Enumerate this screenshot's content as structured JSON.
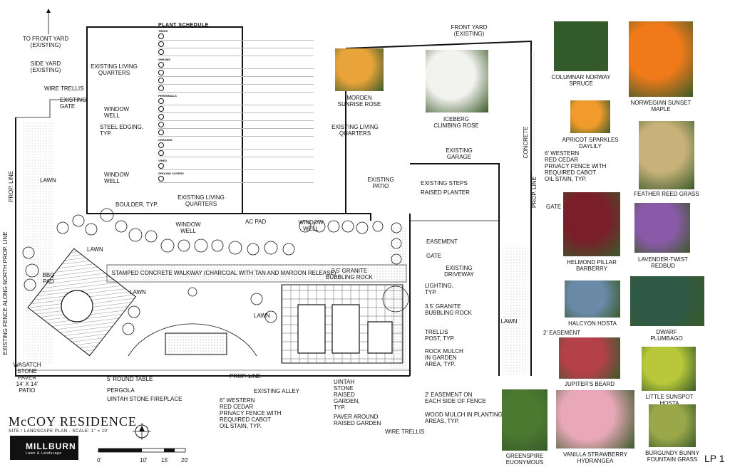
{
  "plan": {
    "labels": {
      "to_front_yard": [
        "TO FRONT YARD",
        "(EXISTING)"
      ],
      "side_yard": [
        "SIDE YARD",
        "(EXISTING)"
      ],
      "existing_living_quarters_1": [
        "EXISTING LIVING",
        "QUARTERS"
      ],
      "wire_trellis_top": "WIRE TRELLIS",
      "existing_gate_left": [
        "EXISTING",
        "GATE"
      ],
      "window_well_1": [
        "WINDOW",
        "WELL"
      ],
      "steel_edging": [
        "STEEL EDGING,",
        "TYP."
      ],
      "window_well_2": [
        "WINDOW",
        "WELL"
      ],
      "prop_line_left": "PROP. LINE",
      "lawn_1": "LAWN",
      "existing_fence_north": "EXISTING FENCE ALONG NORTH PROP. LINE",
      "boulder_typ": "BOULDER, TYP.",
      "existing_living_quarters_2": [
        "EXISTING LIVING",
        "QUARTERS"
      ],
      "window_well_3": [
        "WINDOW",
        "WELL"
      ],
      "window_well_4": [
        "WINDOW",
        "WELL"
      ],
      "ac_pad": "AC PAD",
      "lawn_2": "LAWN",
      "bbq_pad": [
        "BBQ",
        "PAD"
      ],
      "stamped_walkway": "STAMPED CONCRETE WALKWAY (CHARCOAL WITH TAN AND MAROON RELEASE)",
      "lawn_3": "LAWN",
      "lawn_4": "LAWN",
      "granite_rock_1": [
        "3.5' GRANITE",
        "BUBBLING ROCK"
      ],
      "wasatch": [
        "WASATCH",
        "STONE",
        "PAVER",
        "14' X 14'",
        "PATIO"
      ],
      "round_table": "5' ROUND TABLE",
      "pergola": "PERGOLA",
      "uintah_fireplace": "UINTAH STONE FIREPLACE",
      "prop_line_bottom": "PROP. LINE",
      "existing_alley": "EXISTING ALLEY",
      "cedar_fence_bottom": [
        "6\" WESTERN",
        "RED CEDAR",
        "PRIVACY FENCE WITH",
        "REQUIRED CABOT",
        "OIL STAIN, TYP."
      ],
      "uintah_garden": [
        "UINTAH",
        "STONE",
        "RAISED",
        "GARDEN,",
        "TYP."
      ],
      "paver_around": [
        "PAVER AROUND",
        "RAISED GARDEN"
      ],
      "wire_trellis_bottom": "WIRE TRELLIS",
      "easement_side": [
        "2' EASEMENT ON",
        "EACH SIDE OF FENCE"
      ],
      "wood_mulch": [
        "WOOD MULCH IN PLANTING",
        "AREAS, TYP."
      ],
      "rock_mulch": [
        "ROCK MULCH",
        "IN GARDEN",
        "AREA, TYP."
      ],
      "trellis_post": [
        "TRELLIS",
        "POST, TYP."
      ],
      "granite_rock_2": [
        "3.5' GRANITE",
        "BUBBLING ROCK"
      ],
      "lighting": [
        "LIGHTING,",
        "TYP."
      ],
      "gate_mid": "GATE",
      "easement": "EASEMENT",
      "raised_planter": "RAISED PLANTER",
      "existing_steps": "EXISTING STEPS",
      "existing_patio": [
        "EXISTING",
        "PATIO"
      ],
      "existing_living_quarters_3": [
        "EXISTING LIVING",
        "QUARTERS"
      ],
      "existing_garage": [
        "EXISTING",
        "GARAGE"
      ],
      "existing_driveway": [
        "EXISTING",
        "DRIVEWAY"
      ],
      "front_yard": [
        "FRONT YARD",
        "(EXISTING)"
      ],
      "concrete": "CONCRETE",
      "prop_line_right": "PROP. LINE",
      "cedar_fence_right": [
        "6' WESTERN",
        "RED CEDAR",
        "PRIVACY FENCE WITH",
        "REQUIRED CABOT",
        "OIL STAIN, TYP."
      ],
      "gate_right": "GATE",
      "lawn_right": "LAWN",
      "two_ft_easement": "2' EASEMENT"
    },
    "scale_ticks": [
      "0'",
      "10'",
      "15'",
      "20'"
    ]
  },
  "schedule": {
    "title": "PLANT SCHEDULE",
    "sections": [
      "TREES",
      "SHRUBS",
      "PERENNIALS",
      "GRASSES",
      "VINES",
      "GROUND COVERS"
    ]
  },
  "plants": [
    {
      "name": [
        "MORDEN",
        "SUNRISE ROSE"
      ],
      "color": "#e8a33a"
    },
    {
      "name": [
        "ICEBERG",
        "CLIMBING ROSE"
      ],
      "color": "#f2f2ee"
    },
    {
      "name": [
        "COLUMNAR NORWAY",
        "SPRUCE"
      ],
      "color": "#2f5a2a"
    },
    {
      "name": [
        "NORWEGIAN SUNSET",
        "MAPLE"
      ],
      "color": "#f07a1a"
    },
    {
      "name": [
        "APRICOT SPARKLES",
        "DAYLILY"
      ],
      "color": "#f29b2d"
    },
    {
      "name": [
        "FEATHER REED GRASS"
      ],
      "color": "#c8b27a"
    },
    {
      "name": [
        "HELMOND PILLAR",
        "BARBERRY"
      ],
      "color": "#7a1f2a"
    },
    {
      "name": [
        "LAVENDER-TWIST",
        "REDBUD"
      ],
      "color": "#8a5aa8"
    },
    {
      "name": [
        "HALCYON HOSTA"
      ],
      "color": "#6a8aa8"
    },
    {
      "name": [
        "DWARF",
        "PLUMBAGO"
      ],
      "color": "#2f5a48"
    },
    {
      "name": [
        "JUPITER'S BEARD"
      ],
      "color": "#b4404a"
    },
    {
      "name": [
        "LITTLE SUNSPOT HOSTA"
      ],
      "color": "#b8c83a"
    },
    {
      "name": [
        "GREENSPIRE",
        "EUONYMOUS"
      ],
      "color": "#4a7a30"
    },
    {
      "name": [
        "VANILLA STRAWBERRY",
        "HYDRANGEA"
      ],
      "color": "#e8a8b8"
    },
    {
      "name": [
        "BURGUNDY BUNNY",
        "FOUNTAIN GRASS"
      ],
      "color": "#9aa84a"
    }
  ],
  "title_block": {
    "title": "McCOY RESIDENCE",
    "subtitle": "SITE / LANDSCAPE PLAN - SCALE: 1\" = 10'",
    "logo": "MILLBURN",
    "logo_sub": "Lawn & Landscape",
    "sheet": "LP 1"
  }
}
